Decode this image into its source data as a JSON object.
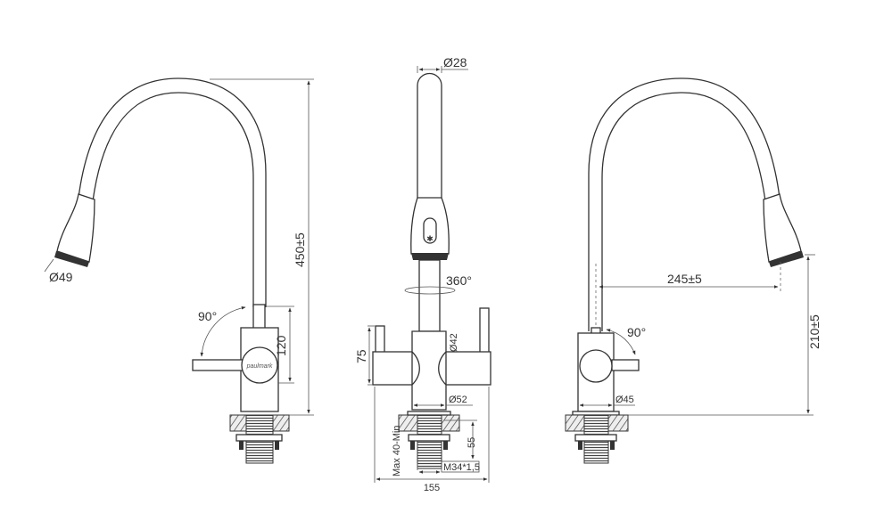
{
  "title": "Faucet technical drawing",
  "brand_logo": "paulmark",
  "left_view": {
    "spout_diameter": "Ø49",
    "height": "450±5",
    "handle_height": "120",
    "handle_angle": "90°"
  },
  "front_view": {
    "spout_diameter": "Ø28",
    "rotation": "360°",
    "body_diameter_top": "Ø42",
    "handle_height": "75",
    "base_diameter": "Ø52",
    "thread_length": "55",
    "thread": "M34*1,5",
    "countertop": "Max 40-Min",
    "width": "155"
  },
  "right_view": {
    "reach": "245±5",
    "spout_clearance": "210±5",
    "handle_angle": "90°",
    "base_diameter": "Ø45"
  }
}
